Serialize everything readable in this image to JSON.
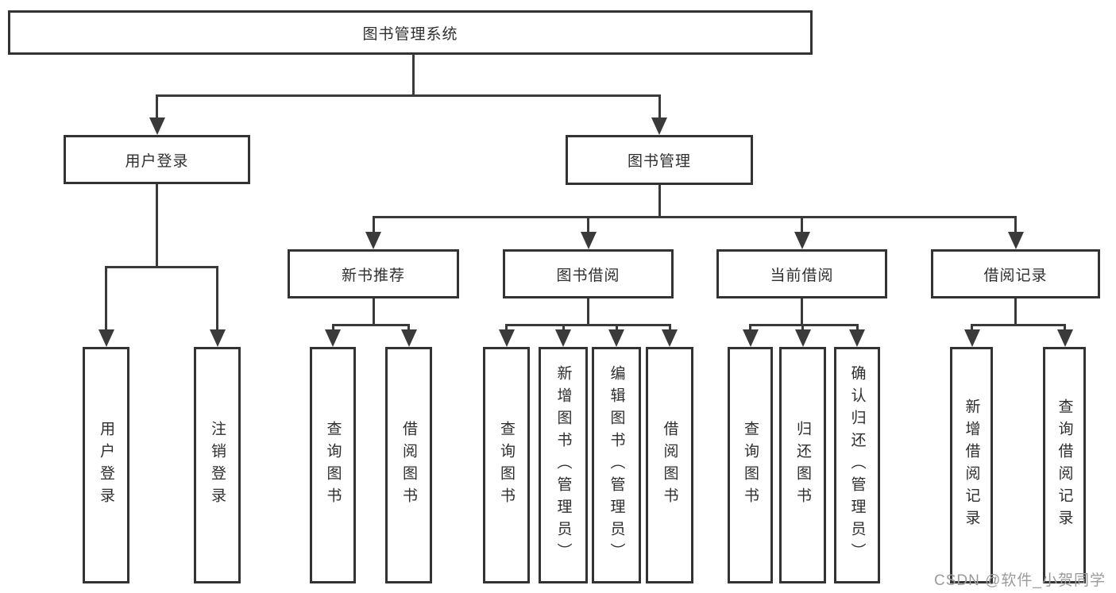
{
  "diagram": {
    "root": {
      "label": "图书管理系统"
    },
    "branches": [
      {
        "label": "用户登录"
      },
      {
        "label": "图书管理"
      }
    ],
    "modules": [
      {
        "label": "新书推荐"
      },
      {
        "label": "图书借阅"
      },
      {
        "label": "当前借阅"
      },
      {
        "label": "借阅记录"
      }
    ],
    "leaves": [
      {
        "label": "用户登录"
      },
      {
        "label": "注销登录"
      },
      {
        "label": "查询图书"
      },
      {
        "label": "借阅图书"
      },
      {
        "label": "查询图书"
      },
      {
        "label": "新增图书（管理员）"
      },
      {
        "label": "编辑图书（管理员）"
      },
      {
        "label": "借阅图书"
      },
      {
        "label": "查询图书"
      },
      {
        "label": "归还图书"
      },
      {
        "label": "确认归还（管理员）"
      },
      {
        "label": "新增借阅记录"
      },
      {
        "label": "查询借阅记录"
      }
    ]
  },
  "watermark": {
    "text": "CSDN @软件_小贺同学"
  },
  "colors": {
    "line": "#3a3a3a",
    "border": "#333333",
    "text": "#2e2e2e",
    "background": "#ffffff",
    "watermark": "#9b9b9b"
  }
}
